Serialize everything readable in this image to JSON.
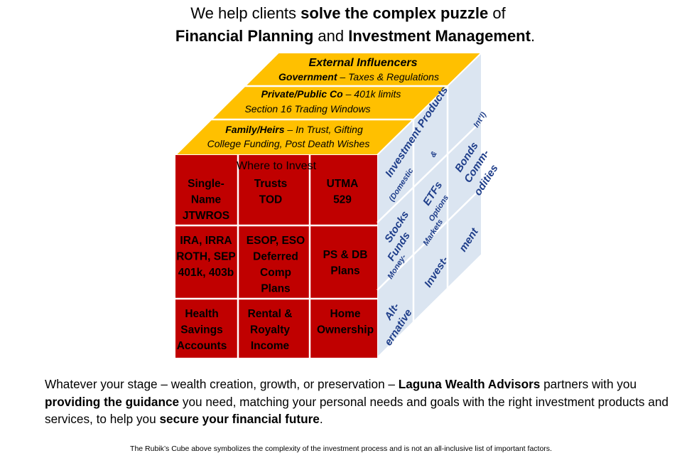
{
  "headline": {
    "line1": {
      "pre": "We help clients ",
      "bold": "solve the complex puzzle",
      "post": " of"
    },
    "line2": {
      "bold1": "Financial Planning",
      "mid": " and ",
      "bold2": "Investment Management",
      "post": "."
    }
  },
  "cube": {
    "colors": {
      "front": "#c00000",
      "top": "#ffc000",
      "side": "#dbe5f1",
      "grid": "#ffffff",
      "side_text": "#1f3e8a"
    },
    "top": {
      "title": "External   Influencers",
      "row1": {
        "bold": "Government",
        "rest": " – Taxes & Regulations"
      },
      "row2": {
        "bold": "Private/Public  Co",
        "rest": " – 401k limits",
        "line2": "Section 16 Trading Windows"
      },
      "row3": {
        "bold": "Family/Heirs",
        "rest": "  – In Trust, Gifting",
        "line2": "College Funding, Post Death Wishes"
      }
    },
    "front": {
      "title": "Where to Invest",
      "cells": [
        [
          "Single-",
          "Name",
          "JTWROS"
        ],
        [
          "Trusts",
          "TOD"
        ],
        [
          "UTMA",
          "529"
        ],
        [
          "IRA, IRRA",
          "ROTH, SEP",
          "401k, 403b"
        ],
        [
          "ESOP, ESO",
          "Deferred",
          "Comp",
          "Plans"
        ],
        [
          "PS & DB",
          "Plans"
        ],
        [
          "Health",
          "Savings",
          "Accounts"
        ],
        [
          "Rental &",
          "Royalty",
          "Income"
        ],
        [
          "Home",
          "Ownership"
        ]
      ]
    },
    "side": {
      "title": "Investment Products",
      "amp": "&",
      "domestic": "(Domestic",
      "intl": "Int’l)",
      "bonds": "Bonds",
      "commodities1": "Comm-",
      "commodities2": "odities",
      "etfs": "ETFs",
      "options": "Options",
      "markets": "Markets",
      "stocks": "Stocks",
      "funds": "Funds",
      "money": "Money-",
      "investment1": "Invest-",
      "investment2": "ment",
      "alt1": "Alt-",
      "alt2": "ernative"
    }
  },
  "paragraph": {
    "s1": "Whatever your stage – wealth creation, growth, or preservation – ",
    "b1": "Laguna Wealth Advisors",
    "s2": " partners with you ",
    "b2": "providing the guidance",
    "s3": " you need, matching your personal needs and goals with the right investment products and services,  to help you ",
    "b3": "secure your financial  future",
    "s4": "."
  },
  "footnote": "The Rubik’s Cube above symbolizes the complexity of the investment process and is not an all-inclusive list of important factors."
}
